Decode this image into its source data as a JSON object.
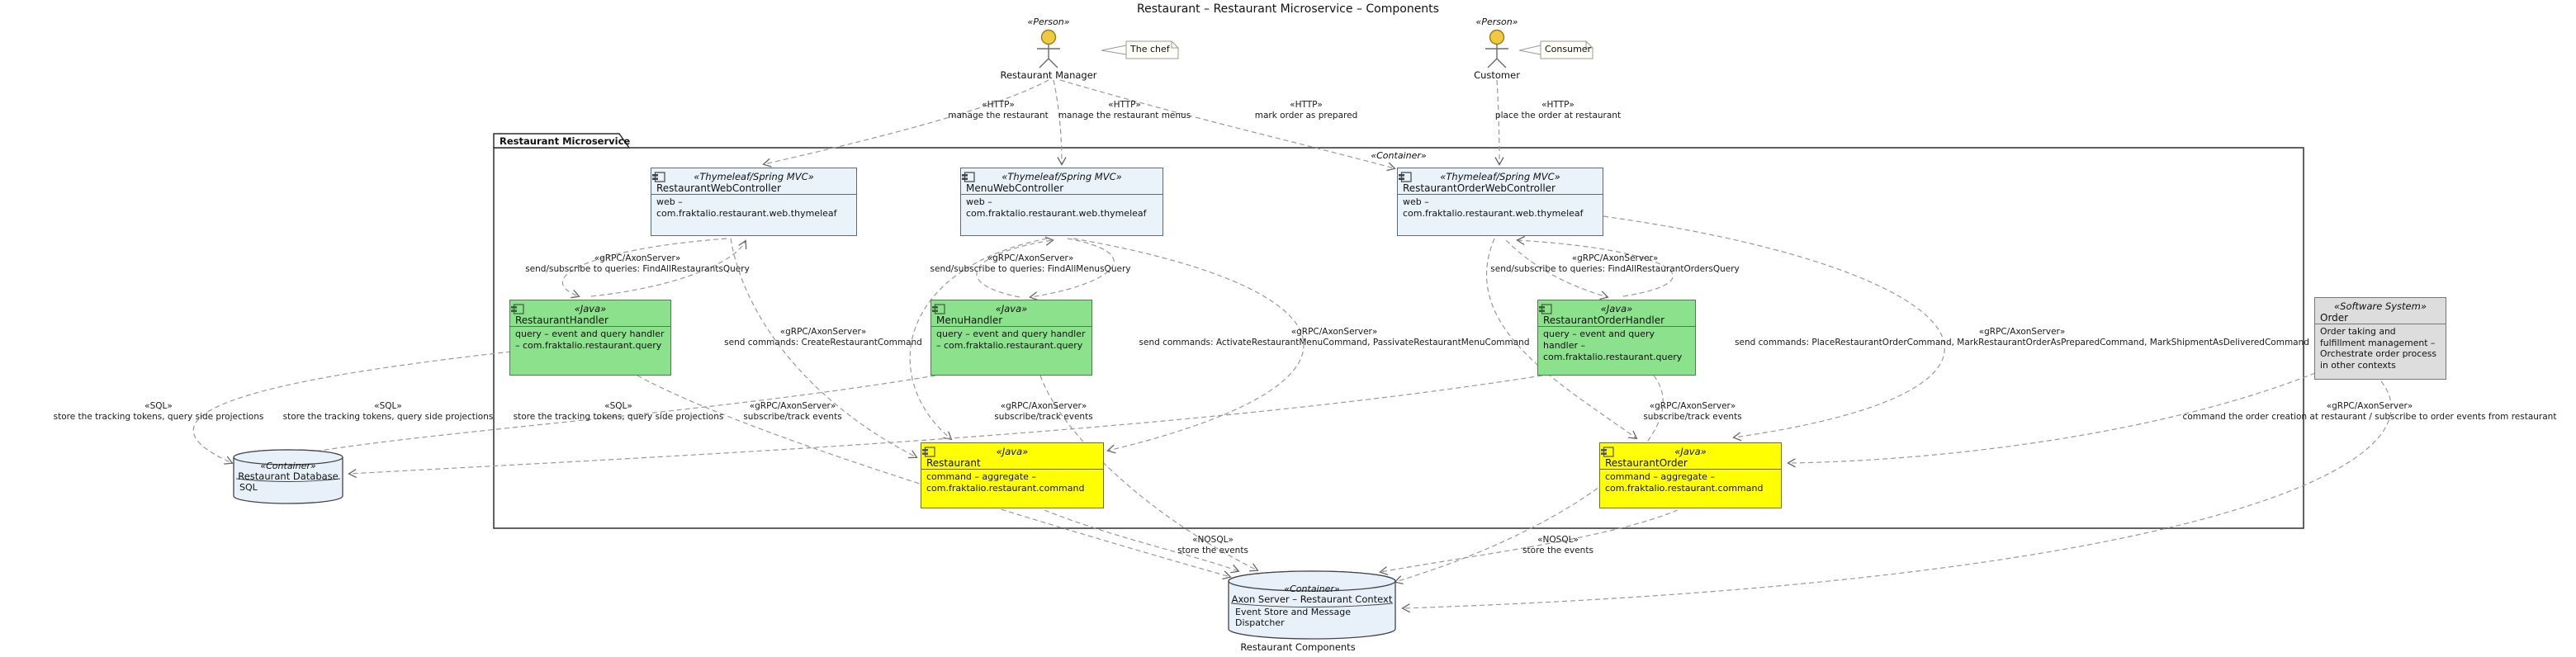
{
  "title": "Restaurant – Restaurant Microservice – Components",
  "actors": {
    "manager": {
      "stereotype": "«Person»",
      "name": "Restaurant Manager",
      "note": "The chef"
    },
    "customer": {
      "stereotype": "«Person»",
      "name": "Customer",
      "note": "Consumer"
    }
  },
  "frame": {
    "name": "Restaurant Microservice",
    "stereotype": "«Container»"
  },
  "components": {
    "restaurantWebController": {
      "stereotype": "«Thymeleaf/Spring MVC»",
      "name": "RestaurantWebController",
      "description": "web – com.fraktalio.restaurant.web.thymeleaf"
    },
    "menuWebController": {
      "stereotype": "«Thymeleaf/Spring MVC»",
      "name": "MenuWebController",
      "description": "web – com.fraktalio.restaurant.web.thymeleaf"
    },
    "restaurantOrderWebController": {
      "stereotype": "«Thymeleaf/Spring MVC»",
      "name": "RestaurantOrderWebController",
      "description": "web – com.fraktalio.restaurant.web.thymeleaf"
    },
    "restaurantHandler": {
      "stereotype": "«Java»",
      "name": "RestaurantHandler",
      "description": "query – event and query handler – com.fraktalio.restaurant.query"
    },
    "menuHandler": {
      "stereotype": "«Java»",
      "name": "MenuHandler",
      "description": "query – event and query handler – com.fraktalio.restaurant.query"
    },
    "restaurantOrderHandler": {
      "stereotype": "«Java»",
      "name": "RestaurantOrderHandler",
      "description": "query – event and query handler – com.fraktalio.restaurant.query"
    },
    "restaurantAggregate": {
      "stereotype": "«Java»",
      "name": "Restaurant",
      "description": "command – aggregate – com.fraktalio.restaurant.command"
    },
    "restaurantOrderAggregate": {
      "stereotype": "«Java»",
      "name": "RestaurantOrder",
      "description": "command – aggregate – com.fraktalio.restaurant.command"
    }
  },
  "databases": {
    "restaurantDatabase": {
      "stereotype": "«Container»",
      "name": "Restaurant Database",
      "technology": "SQL"
    },
    "axonServer": {
      "stereotype": "«Container»",
      "name": "Axon Server – Restaurant Context",
      "description": "Event Store and Message Dispatcher",
      "caption": "Restaurant Components"
    }
  },
  "externalSystems": {
    "order": {
      "stereotype": "«Software System»",
      "name": "Order",
      "description": "Order taking and fulfillment management – Orchestrate order process in other contexts"
    }
  },
  "edgeLabels": {
    "manageRestaurant": {
      "protocol": "«HTTP»",
      "text": "manage the restaurant"
    },
    "manageMenus": {
      "protocol": "«HTTP»",
      "text": "manage the restaurant menus"
    },
    "markPrepared": {
      "protocol": "«HTTP»",
      "text": "mark order as prepared"
    },
    "placeOrder": {
      "protocol": "«HTTP»",
      "text": "place the order at restaurant"
    },
    "findRestaurants": {
      "protocol": "«gRPC/AxonServer»",
      "text": "send/subscribe to queries: FindAllRestaurantsQuery"
    },
    "findMenus": {
      "protocol": "«gRPC/AxonServer»",
      "text": "send/subscribe to queries: FindAllMenusQuery"
    },
    "findOrders": {
      "protocol": "«gRPC/AxonServer»",
      "text": "send/subscribe to queries: FindAllRestaurantOrdersQuery"
    },
    "createRestaurant": {
      "protocol": "«gRPC/AxonServer»",
      "text": "send commands: CreateRestaurantCommand"
    },
    "menuCommands": {
      "protocol": "«gRPC/AxonServer»",
      "text": "send commands: ActivateRestaurantMenuCommand, PassivateRestaurantMenuCommand"
    },
    "orderCommands": {
      "protocol": "«gRPC/AxonServer»",
      "text": "send commands: PlaceRestaurantOrderCommand, MarkRestaurantOrderAsPreparedCommand, MarkShipmentAsDeliveredCommand"
    },
    "storeTokens1": {
      "protocol": "«SQL»",
      "text": "store the tracking tokens, query side projections"
    },
    "storeTokens2": {
      "protocol": "«SQL»",
      "text": "store the tracking tokens, query side projections"
    },
    "storeTokens3": {
      "protocol": "«SQL»",
      "text": "store the tracking tokens, query side projections"
    },
    "subscribe1": {
      "protocol": "«gRPC/AxonServer»",
      "text": "subscribe/track events"
    },
    "subscribe2": {
      "protocol": "«gRPC/AxonServer»",
      "text": "subscribe/track events"
    },
    "subscribe3": {
      "protocol": "«gRPC/AxonServer»",
      "text": "subscribe/track events"
    },
    "storeEvents1": {
      "protocol": "«NOSQL»",
      "text": "store the events"
    },
    "storeEvents2": {
      "protocol": "«NOSQL»",
      "text": "store the events"
    },
    "orderIntegration": {
      "protocol": "«gRPC/AxonServer»",
      "text": "command the order creation at restaurant / subscribe to order events from restaurant"
    }
  },
  "colors": {
    "componentFill": "#EAF2FA",
    "handlerFill": "#8CE28C",
    "aggregateFill": "#FFFF00",
    "databaseFill": "#E8F1FA",
    "externalFill": "#DDDDDD",
    "edgeStroke": "#999999",
    "personHead": "#F0C93F"
  }
}
